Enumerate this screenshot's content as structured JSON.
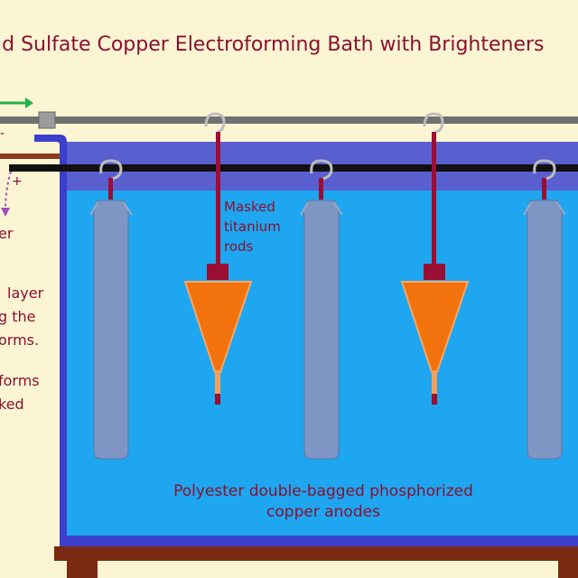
{
  "title": "id Sulfate Copper Electroforming Bath with Brighteners",
  "labels": {
    "plus": "+",
    "minus": "-",
    "left_fragment_1": "er",
    "left_fragment_2": "layer",
    "left_fragment_3": "g the",
    "left_fragment_4": "orms.",
    "left_fragment_5": "forms",
    "left_fragment_6": "ked",
    "rods": [
      "Masked",
      "titanium",
      "rods"
    ],
    "anodes": [
      "Polyester double-bagged phosphorized",
      "copper anodes"
    ]
  },
  "colors": {
    "background": "#fbf5d3",
    "text": "#8b1030",
    "solution": "#1ea6f0",
    "tank_wall": "#3c3fcb",
    "tank_rim": "#5a5fd0",
    "bag": "#7f96c4",
    "form": "#f2720e",
    "rod": "#9a0e33",
    "bus_bar": "#111111",
    "upper_bar": "#707070",
    "green_arrow": "#22b24a",
    "purple_arrow": "#a04fc0",
    "table": "#7a2a12"
  }
}
